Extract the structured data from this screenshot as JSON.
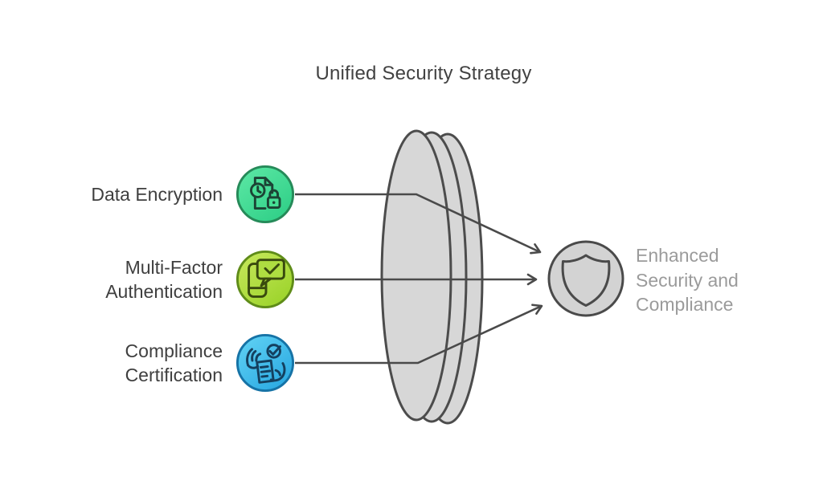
{
  "title": "Unified Security Strategy",
  "inputs": [
    {
      "id": "data-encryption",
      "lines": [
        "Data Encryption"
      ],
      "icon": "document-clock-lock-icon",
      "fill_top": "#5ee9a6",
      "fill_bottom": "#2fcf87",
      "fill_mid": "#47df95",
      "border": "#268a59",
      "glyph": "#1c4435"
    },
    {
      "id": "multi-factor-authentication",
      "lines": [
        "Multi-Factor",
        "Authentication"
      ],
      "icon": "phone-check-message-icon",
      "fill_top": "#c9e95e",
      "fill_bottom": "#9bd32a",
      "fill_mid": "#aedd41",
      "border": "#5f8c19",
      "glyph": "#394a0e"
    },
    {
      "id": "compliance-certification",
      "lines": [
        "Compliance",
        "Certification"
      ],
      "icon": "hands-document-check-icon",
      "fill_top": "#63d4f5",
      "fill_bottom": "#2aa9e2",
      "fill_mid": "#41c0ec",
      "border": "#1673a6",
      "glyph": "#14405f"
    }
  ],
  "lens": {
    "fill": "#d7d7d7",
    "stroke": "#4c4c4c"
  },
  "arrows": {
    "color": "#4a4a4a"
  },
  "output": {
    "lines": [
      "Enhanced",
      "Security and",
      "Compliance"
    ],
    "icon": "shield-icon",
    "circle_fill": "#d3d3d3",
    "circle_stroke": "#4a4a4a",
    "label_color": "#9b9b9b"
  },
  "colors": {
    "background": "#ffffff",
    "title_text": "#424242",
    "input_label_text": "#3f3f3f"
  }
}
